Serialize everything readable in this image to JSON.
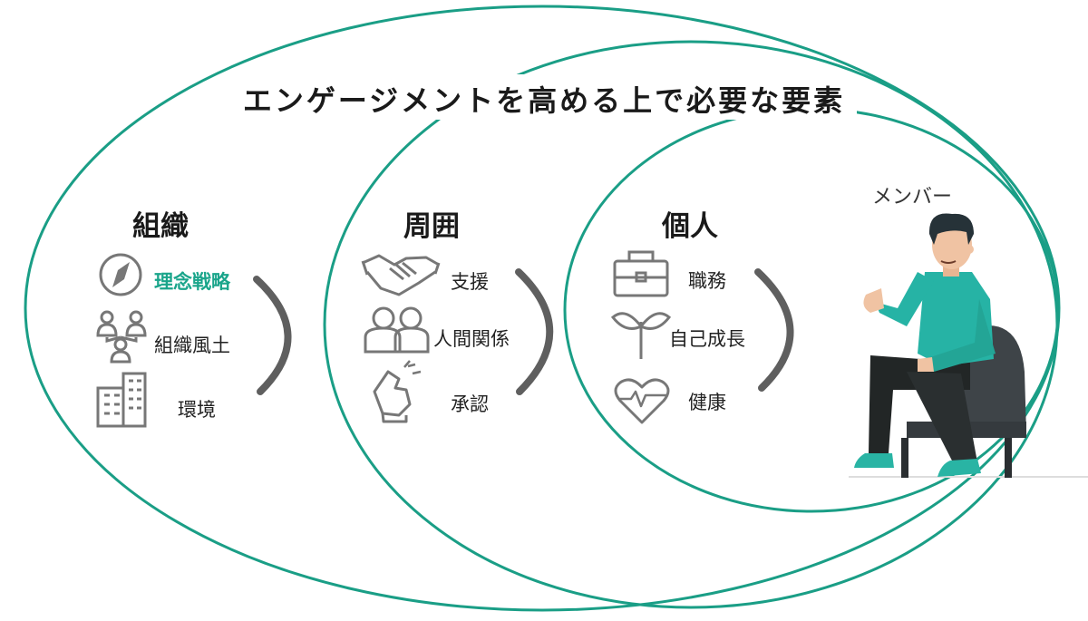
{
  "title": "エンゲージメントを高める上で必要な要素",
  "member_label": "メンバー",
  "colors": {
    "ring": "#1a9e86",
    "highlight": "#1aa58b",
    "icon": "#777777",
    "bracket": "#5f5f5f",
    "shirt": "#26b3a5"
  },
  "columns": [
    {
      "heading": "組織",
      "items": [
        {
          "label": "理念戦略",
          "icon": "compass-icon",
          "highlight": true
        },
        {
          "label": "組織風土",
          "icon": "org-chart-icon",
          "highlight": false
        },
        {
          "label": "環境",
          "icon": "building-icon",
          "highlight": false
        }
      ]
    },
    {
      "heading": "周囲",
      "items": [
        {
          "label": "支援",
          "icon": "handshake-icon",
          "highlight": false
        },
        {
          "label": "人間関係",
          "icon": "people-icon",
          "highlight": false
        },
        {
          "label": "承認",
          "icon": "clapping-icon",
          "highlight": false
        }
      ]
    },
    {
      "heading": "個人",
      "items": [
        {
          "label": "職務",
          "icon": "briefcase-icon",
          "highlight": false
        },
        {
          "label": "自己成長",
          "icon": "sprout-icon",
          "highlight": false
        },
        {
          "label": "健康",
          "icon": "heart-pulse-icon",
          "highlight": false
        }
      ]
    }
  ]
}
